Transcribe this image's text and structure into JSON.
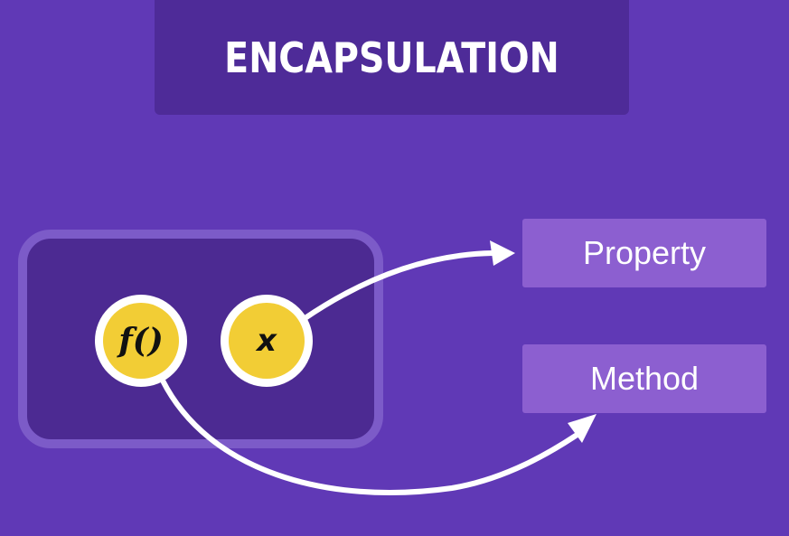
{
  "title": "ENCAPSULATION",
  "object": {
    "method_symbol": "f()",
    "property_symbol": "x"
  },
  "labels": {
    "property": "Property",
    "method": "Method"
  },
  "colors": {
    "background": "#6039b6",
    "title_box": "#4e2b98",
    "capsule_fill": "#4c2a92",
    "capsule_border": "#7c5bc8",
    "symbol_fill": "#f2cd35",
    "label_box": "#8c5fd0",
    "arrow": "#ffffff"
  },
  "icons": {
    "arrow": "arrow-right-icon"
  }
}
